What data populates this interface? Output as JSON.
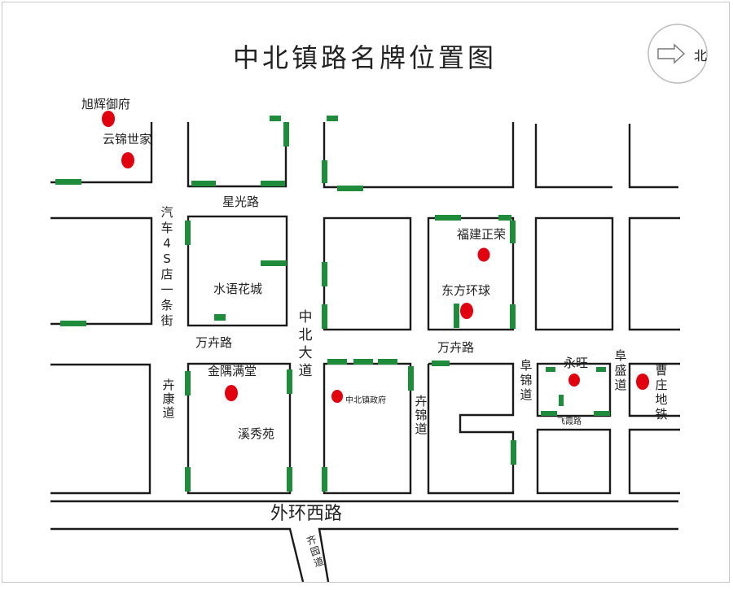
{
  "title": "中北镇路名牌位置图",
  "compass": {
    "label": "北",
    "icon": "arrow-right-icon"
  },
  "colors": {
    "road": "#1a1a1a",
    "sign": "#1e8c3a",
    "poi": "#e0000f"
  },
  "roads": {
    "xingguang": "星光路",
    "qiche4s": "汽车4S店一条街",
    "wanbian_left": "万卉路",
    "wanbian_right": "万卉路",
    "zhongbei": "中北大道",
    "bianzhang": "卉康道",
    "bianjin": "卉锦道",
    "fujin": "阜锦道",
    "fusheng": "阜盛道",
    "feixia": "飞霞路",
    "waihuan": "外环西路",
    "qiyuan": "齐园道",
    "caozhuang": "曹庄地铁"
  },
  "places": {
    "xuhui": "旭辉御府",
    "yunjin": "云锦世家",
    "shuiyu": "水语花城",
    "fujian": "福建正荣",
    "dongfang": "东方环球",
    "jinyu": "金隅满堂",
    "xixiu": "溪秀苑",
    "government": "中北镇政府",
    "yongwang": "永旺"
  }
}
